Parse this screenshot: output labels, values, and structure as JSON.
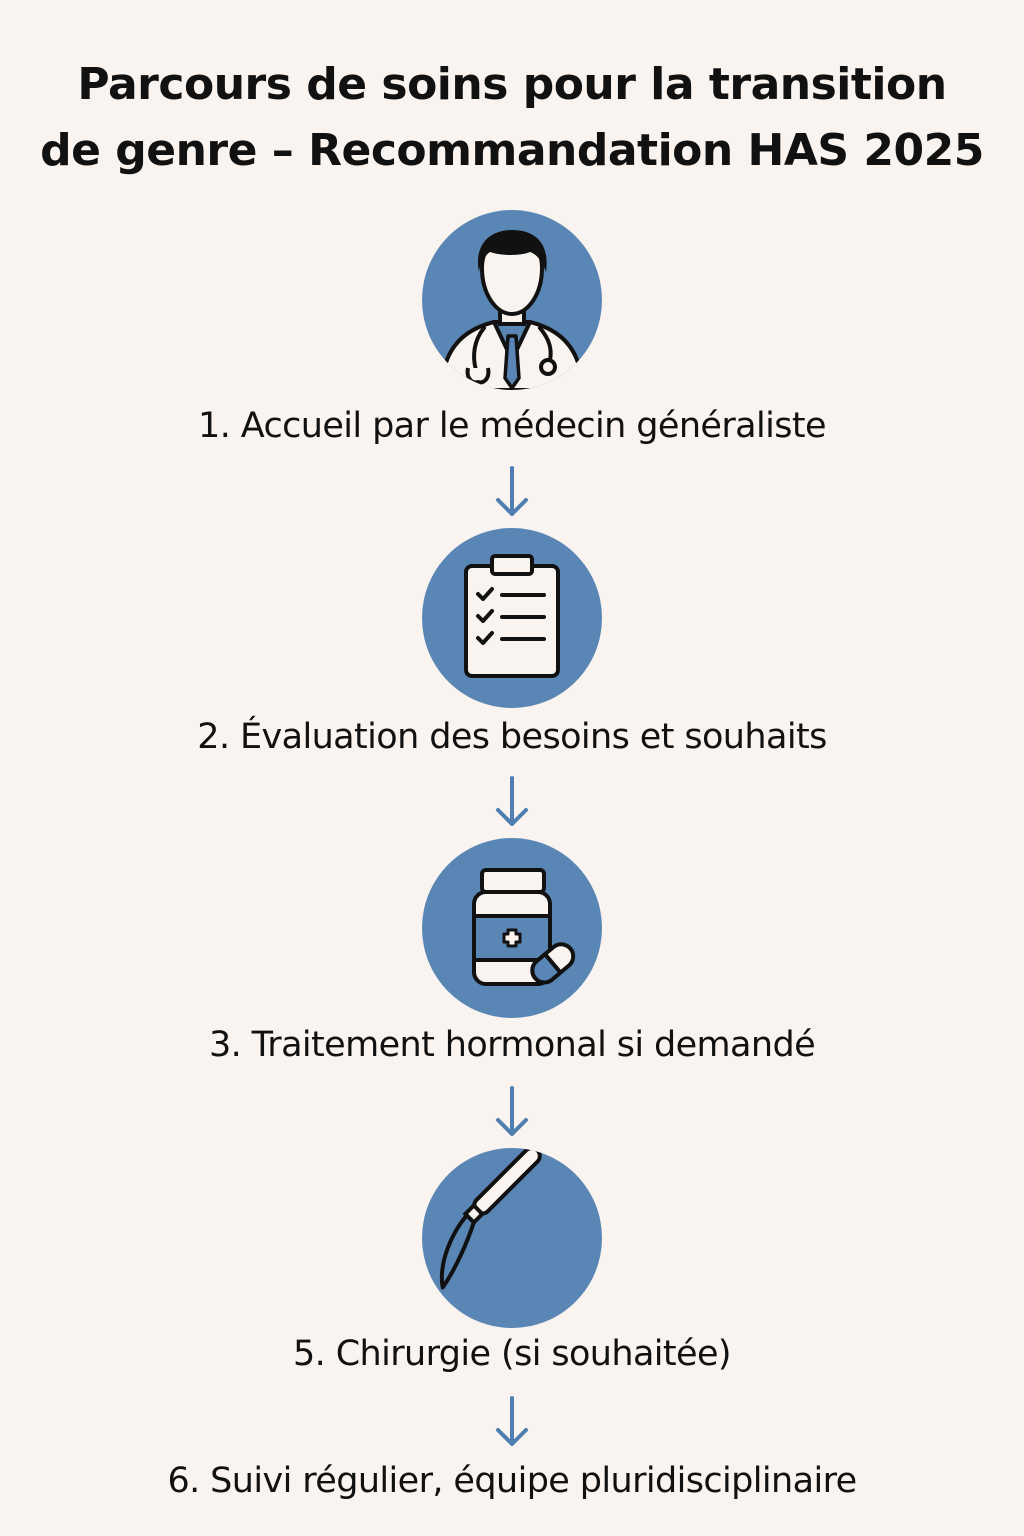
{
  "title": {
    "line1": "Parcours de soins pour la transition",
    "line2": "de genre – Recommandation HAS 2025"
  },
  "steps": [
    {
      "label": "1. Accueil par le médecin généraliste",
      "icon": "doctor-icon"
    },
    {
      "label": "2. Évaluation des besoins et souhaits",
      "icon": "clipboard-checklist-icon"
    },
    {
      "label": "3. Traitement hormonal si demandé",
      "icon": "medicine-bottle-icon"
    },
    {
      "label": "5. Chirurgie (si souhaitée)",
      "icon": "scalpel-icon"
    },
    {
      "label": "6. Suivi régulier, équipe pluridisciplinaire",
      "icon": null
    }
  ],
  "colors": {
    "background": "#f9f4ef",
    "accent": "#5a86b5",
    "text": "#111111"
  }
}
